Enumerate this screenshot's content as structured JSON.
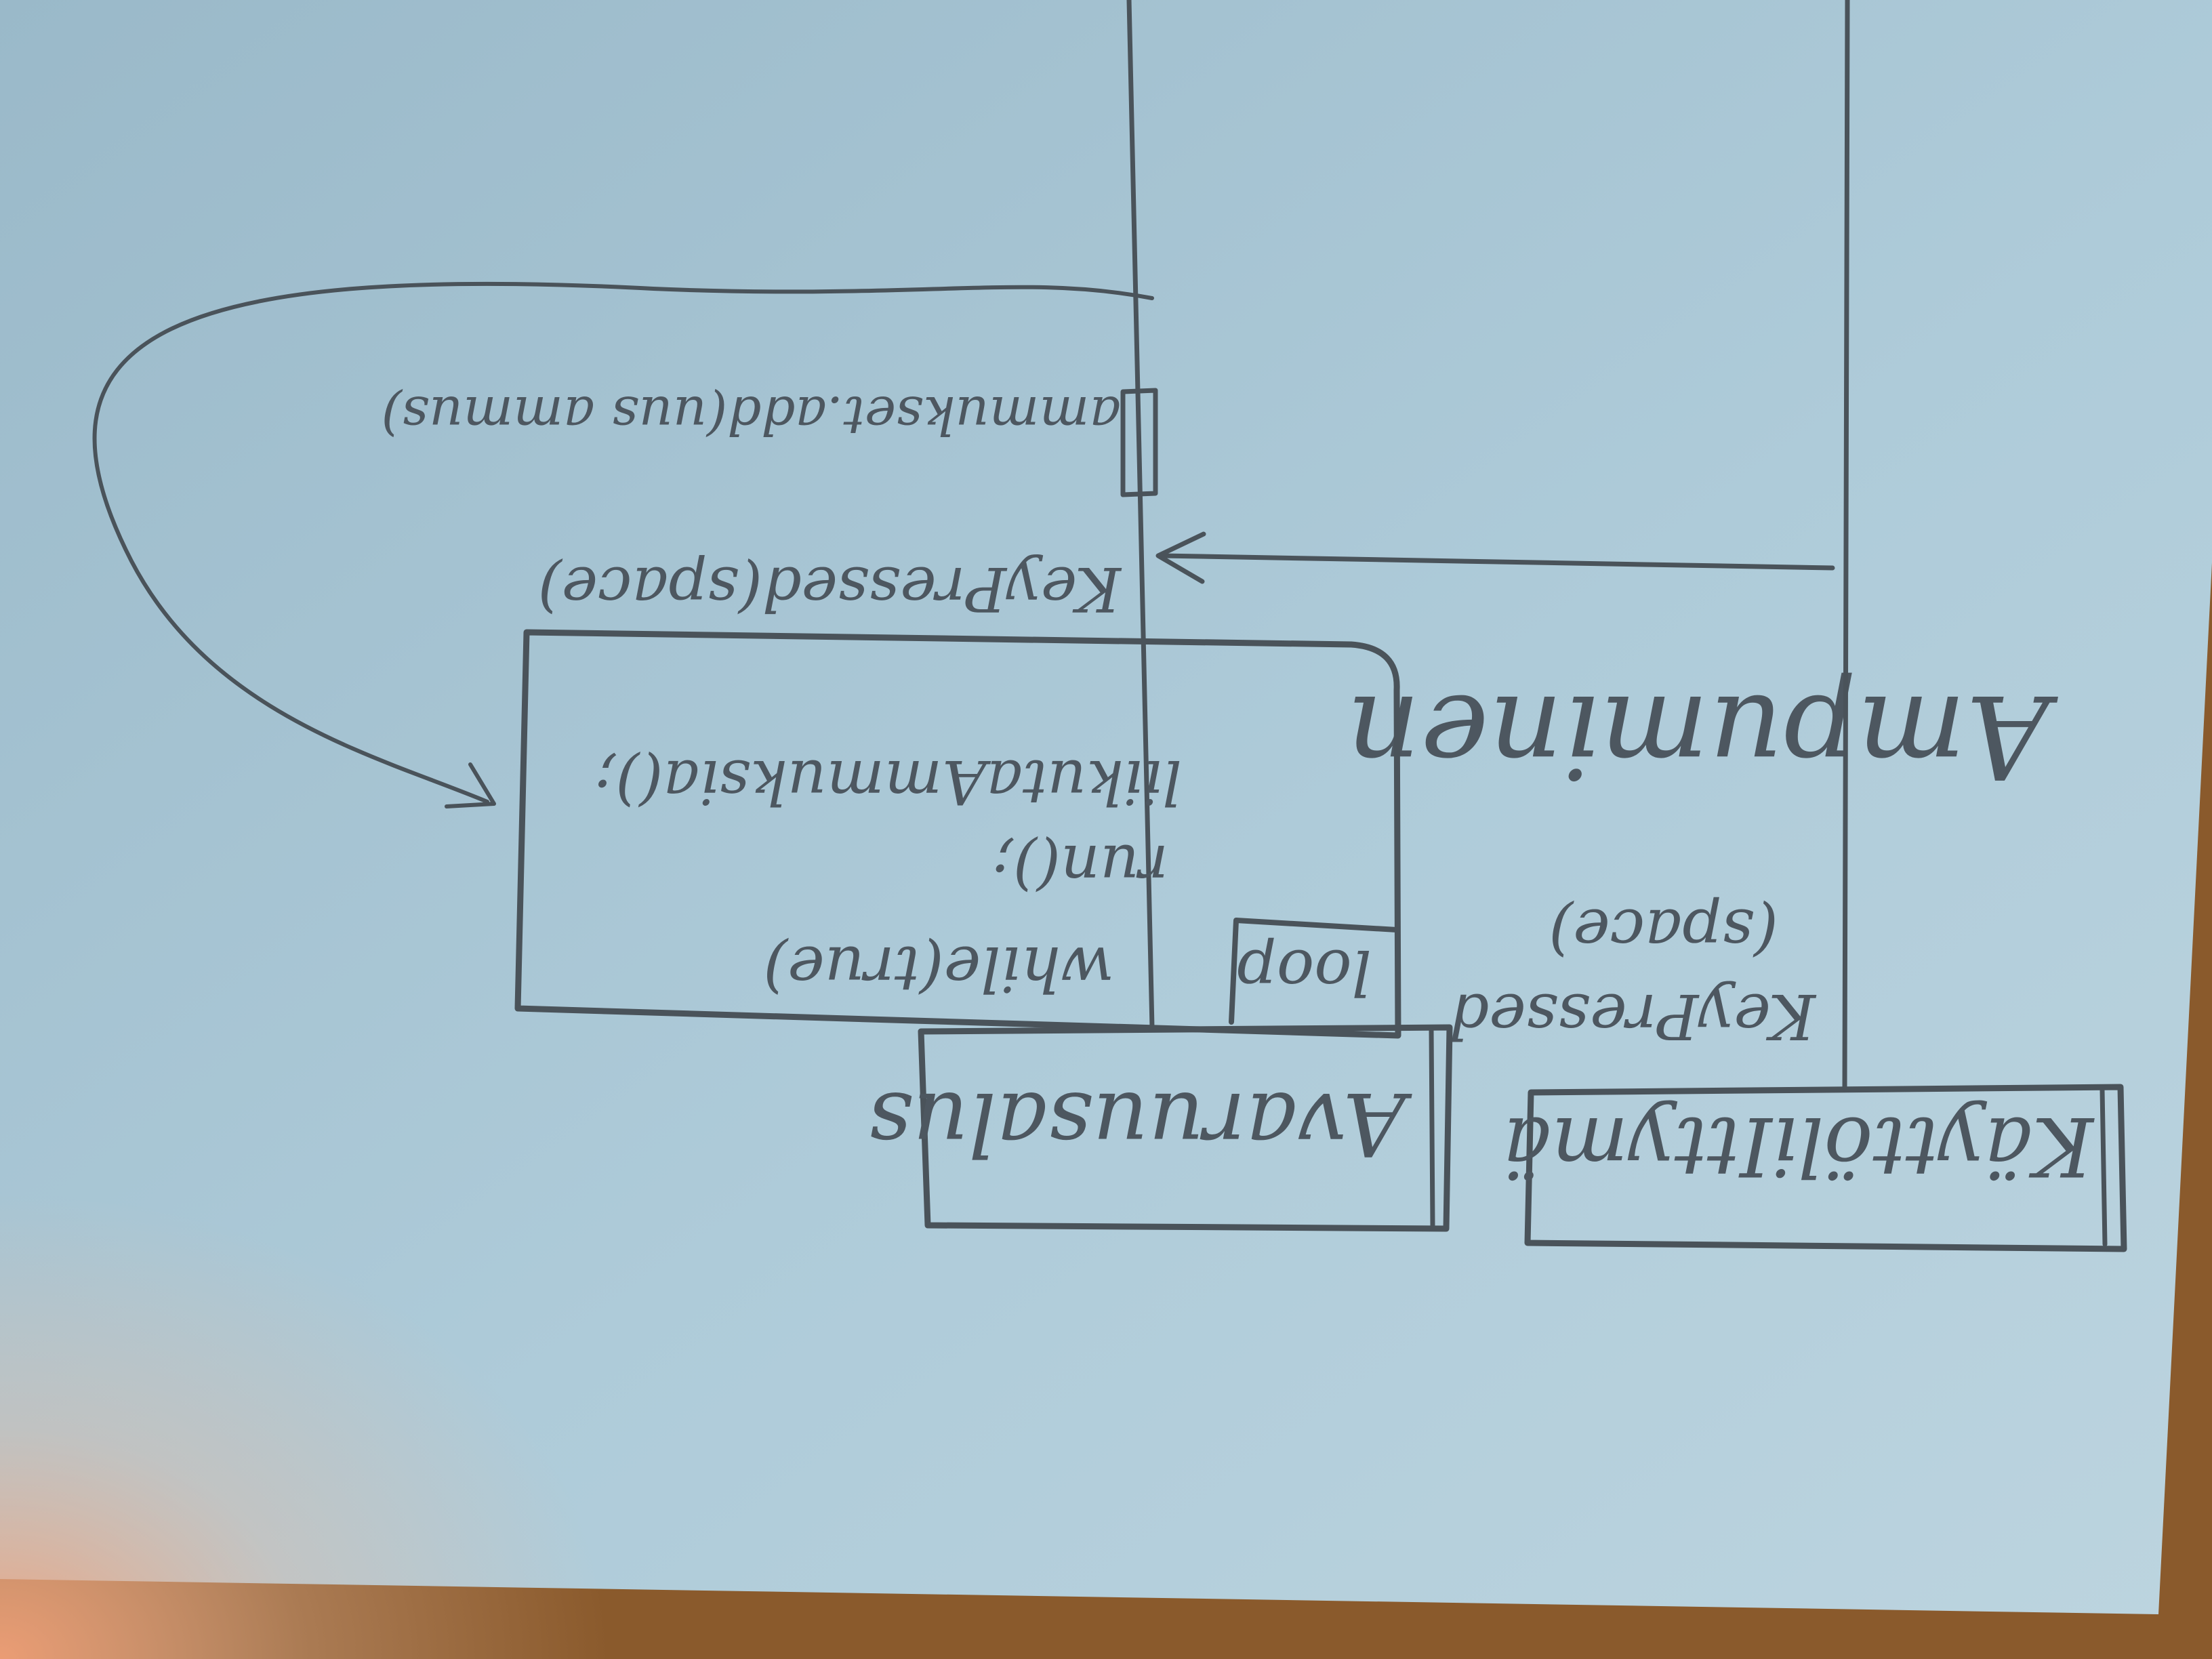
{
  "diagram": {
    "title": "Ampuminen",
    "lifelines": {
      "user": {
        "label": "KäyttöliIttymä"
      },
      "control": {
        "label": "Avaruusalus"
      }
    },
    "user_note": {
      "line1": "KeyPressed",
      "line2": "(space)"
    },
    "loop": {
      "label": "loop",
      "condition": "while(true)",
      "body_line1": "run();",
      "body_line2": "liikutaAmmuksia();"
    },
    "messages": {
      "key_pressed": "KeyPressed(space)",
      "add_ammo": "ammukset.add(uus ammus)"
    }
  },
  "colors": {
    "paper": "#a9c6d5",
    "ink": "#4a535a",
    "table": "#8a5a2c"
  }
}
